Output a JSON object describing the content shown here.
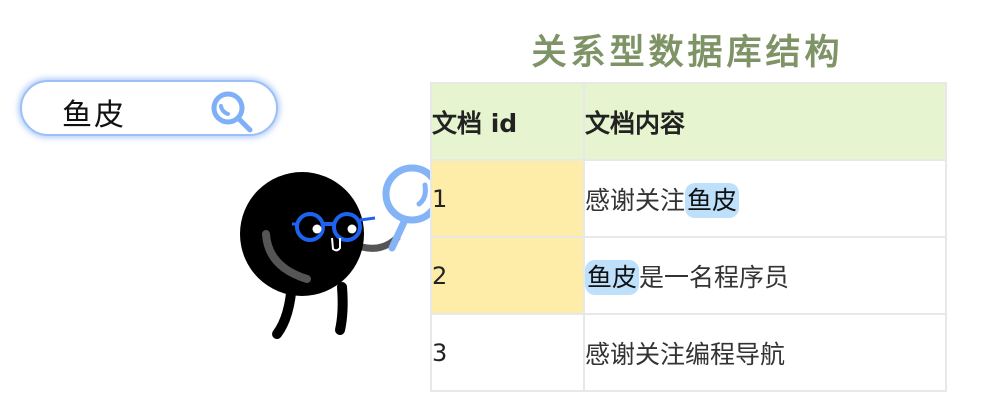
{
  "search": {
    "value": "鱼皮",
    "icon": "search-icon"
  },
  "title": "关系型数据库结构",
  "table": {
    "headers": [
      "文档 id",
      "文档内容"
    ],
    "rows": [
      {
        "id": "1",
        "prefix": "感谢关注",
        "highlight": "鱼皮",
        "suffix": "",
        "id_highlighted": true
      },
      {
        "id": "2",
        "prefix": "",
        "highlight": "鱼皮",
        "suffix": "是一名程序员",
        "id_highlighted": true
      },
      {
        "id": "3",
        "prefix": "感谢关注编程导航",
        "highlight": "",
        "suffix": "",
        "id_highlighted": false
      }
    ]
  },
  "colors": {
    "title": "#7f9466",
    "header_bg": "#e6f5d0",
    "id_highlight_bg": "#fdeda8",
    "keyword_highlight": "#bfe0fb",
    "search_border": "#9cc0f5",
    "glasses": "#1d63f0"
  }
}
